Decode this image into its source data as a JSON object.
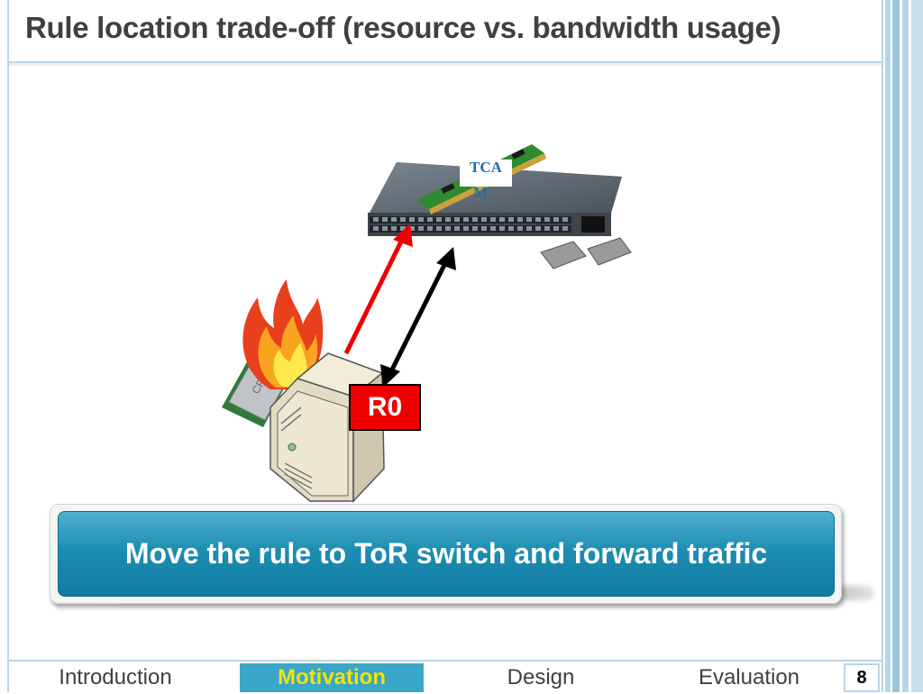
{
  "slide": {
    "title": "Rule location trade-off (resource vs. bandwidth usage)",
    "callout_text": "Move the rule to ToR switch and forward traffic",
    "rule_label": "R0",
    "tcam_label_line1": "TCA",
    "tcam_label_line2": "M",
    "cpu_chip_label": "CPU",
    "page_number": "8"
  },
  "nav": {
    "items": [
      {
        "label": "Introduction",
        "active": false
      },
      {
        "label": "Motivation",
        "active": true
      },
      {
        "label": "Design",
        "active": false
      },
      {
        "label": "Evaluation",
        "active": false
      }
    ]
  },
  "colors": {
    "accent": "#3aa6c8",
    "active_nav_text": "#f2e400",
    "rule_box": "#ee0000",
    "arrow_red": "#ee0000",
    "arrow_black": "#000000",
    "callout": "#1d8eb2"
  },
  "icons": [
    "network-switch-icon",
    "ram-module-icon",
    "sfp-transceiver-icon",
    "server-icon",
    "cpu-chip-icon",
    "fire-icon"
  ]
}
